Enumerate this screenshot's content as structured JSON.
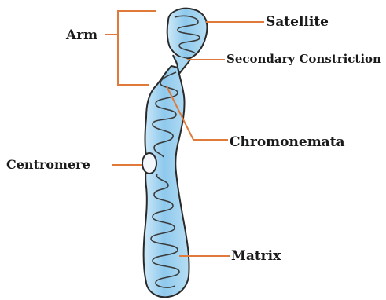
{
  "diagram": {
    "labels": {
      "arm": "Arm",
      "satellite": "Satellite",
      "secondary_constriction": "Secondary Constriction",
      "chromonemata": "Chromonemata",
      "centromere": "Centromere",
      "matrix": "Matrix"
    },
    "colors": {
      "leader_line": "#e07a3a",
      "body_fill": "#a8d6f0",
      "body_fill_light": "#cfe9f8",
      "outline": "#2a2a2a",
      "thread": "#3a3a3a"
    }
  }
}
